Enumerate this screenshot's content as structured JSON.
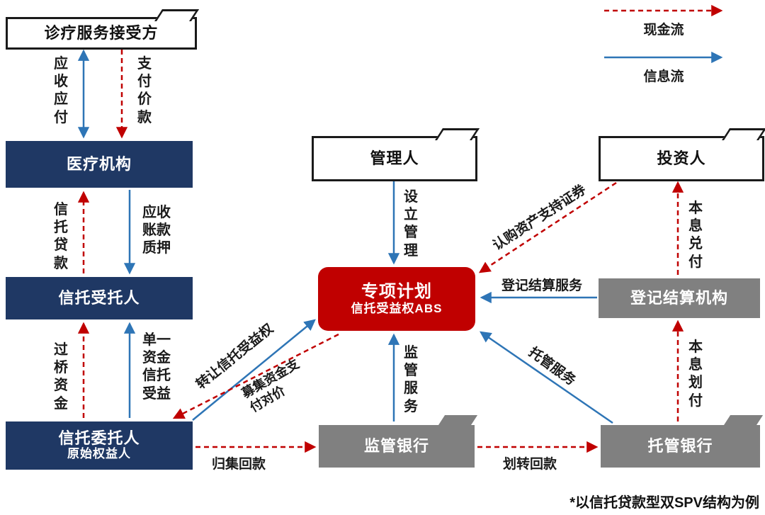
{
  "legend": {
    "cash_flow": "现金流",
    "info_flow": "信息流"
  },
  "nodes": {
    "service_recipient": "诊疗服务接受方",
    "medical_institution": "医疗机构",
    "trust_trustee": "信托受托人",
    "trust_settlor": "信托委托人",
    "trust_settlor_sub": "原始权益人",
    "manager": "管理人",
    "special_plan": "专项计划",
    "special_plan_sub": "信托受益权ABS",
    "investors": "投资人",
    "registration_org": "登记结算机构",
    "supervising_bank": "监管银行",
    "custodian_bank": "托管银行"
  },
  "edges": {
    "receivable_payable": "应收应付",
    "pay_price": "支付价款",
    "trust_loan": "信托贷款",
    "receivable_pledge": "应收账款质押",
    "bridge_funds": "过桥资金",
    "single_fund_trust_benefit": "单一资金信托受益",
    "setup_management": "设立管理",
    "subscribe_abs": "认购资产支持证券",
    "registration_settlement_service": "登记结算服务",
    "principal_interest_payment": "本息兑付",
    "principal_interest_transfer": "本息划付",
    "supervision_service": "监管服务",
    "custody_service": "托管服务",
    "transfer_trust_benefit": "转让信托受益权",
    "raised_funds_consideration": "募集资金支付对价",
    "collect_repayment": "归集回款",
    "transfer_repayment": "划转回款"
  },
  "footnote": "*以信托贷款型双SPV结构为例",
  "colors": {
    "navy": "#1f3864",
    "red": "#c00000",
    "gray": "#808080",
    "arrow_blue": "#2e75b6",
    "arrow_red": "#c00000"
  }
}
